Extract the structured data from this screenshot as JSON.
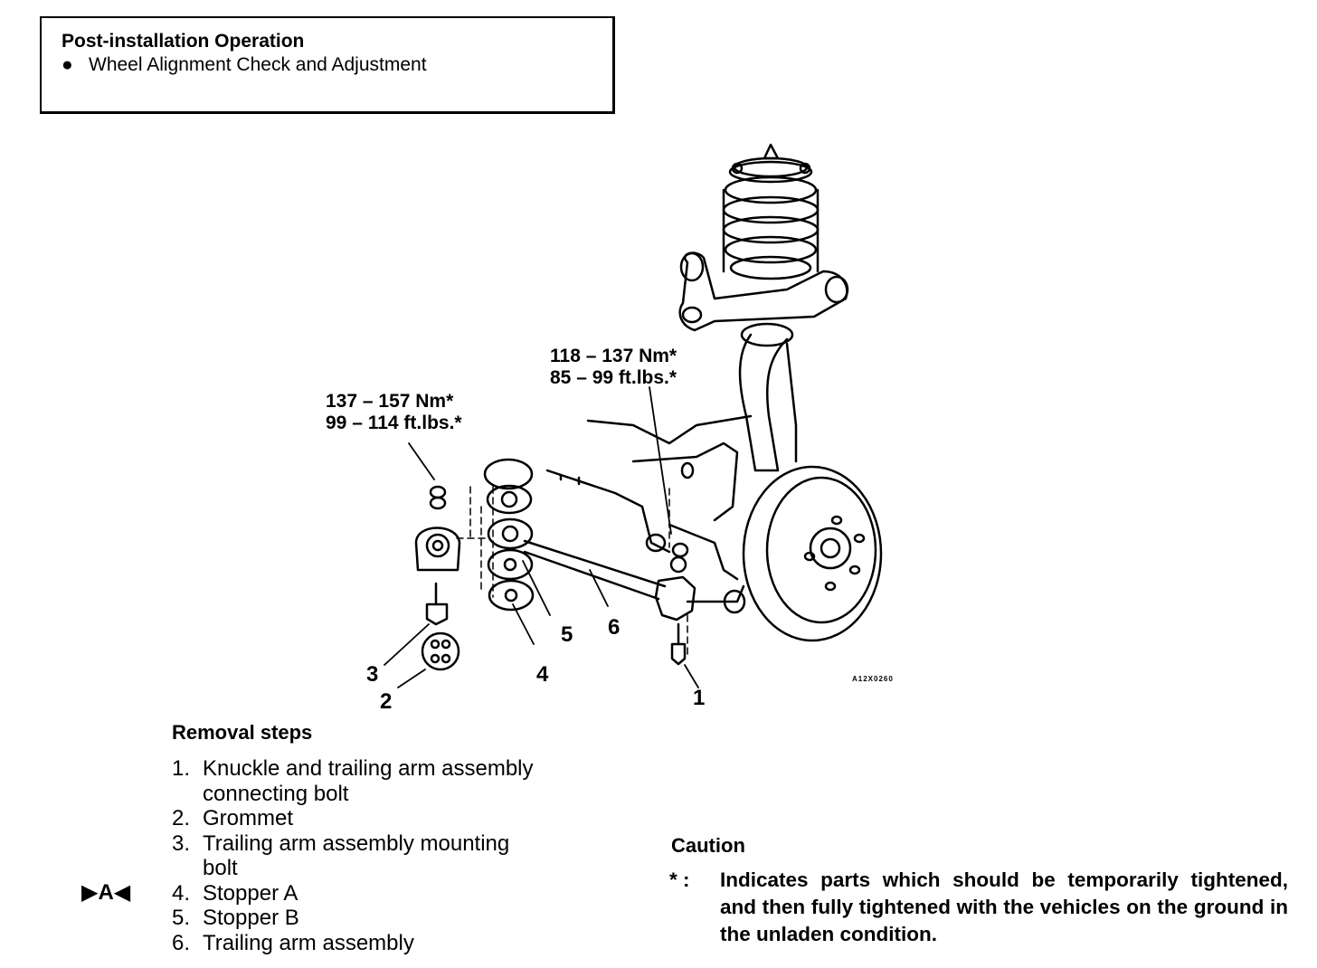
{
  "post_installation": {
    "title": "Post-installation Operation",
    "bullet": "●",
    "item": "Wheel Alignment Check and Adjustment"
  },
  "diagram": {
    "torque_left": {
      "line1": "137 – 157 Nm*",
      "line2": "99 – 114 ft.lbs.*"
    },
    "torque_right": {
      "line1": "118 – 137 Nm*",
      "line2": "85 – 99 ft.lbs.*"
    },
    "callouts": [
      "1",
      "2",
      "3",
      "4",
      "5",
      "6"
    ],
    "figure_code": "A12X0260"
  },
  "removal_steps": {
    "title": "Removal steps",
    "marker": "▶A◀",
    "items": [
      {
        "num": "1.",
        "line1": "Knuckle and trailing arm assembly",
        "line2": "connecting bolt"
      },
      {
        "num": "2.",
        "line1": "Grommet"
      },
      {
        "num": "3.",
        "line1": "Trailing arm assembly mounting",
        "line2": "bolt"
      },
      {
        "num": "4.",
        "line1": "Stopper A"
      },
      {
        "num": "5.",
        "line1": "Stopper B"
      },
      {
        "num": "6.",
        "line1": "Trailing arm assembly"
      }
    ]
  },
  "caution": {
    "title": "Caution",
    "symbol": "* :",
    "text": "Indicates parts which should be temporarily tightened, and then fully tightened with the vehicles on the ground in the unladen condition."
  }
}
